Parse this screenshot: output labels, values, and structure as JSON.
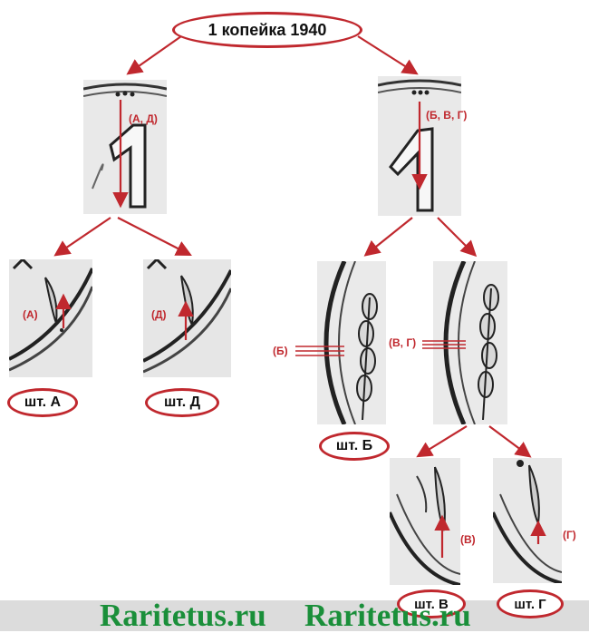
{
  "title": "1 копейка 1940",
  "labels": {
    "left_coin": "(А, Д)",
    "right_coin": "(Б, В, Г)",
    "a": "(А)",
    "d": "(Д)",
    "b": "(Б)",
    "vg": "(В, Г)",
    "v": "(В)",
    "g": "(Г)"
  },
  "dies": {
    "a": "шт. А",
    "d": "шт. Д",
    "b": "шт. Б",
    "v": "шт. В",
    "g": "шт. Г"
  },
  "watermark": [
    "Raritetus.ru",
    "Raritetus.ru"
  ],
  "colors": {
    "accent": "#c0282e",
    "watermark": "#1a8f3a",
    "footer": "#dcdcdc"
  }
}
